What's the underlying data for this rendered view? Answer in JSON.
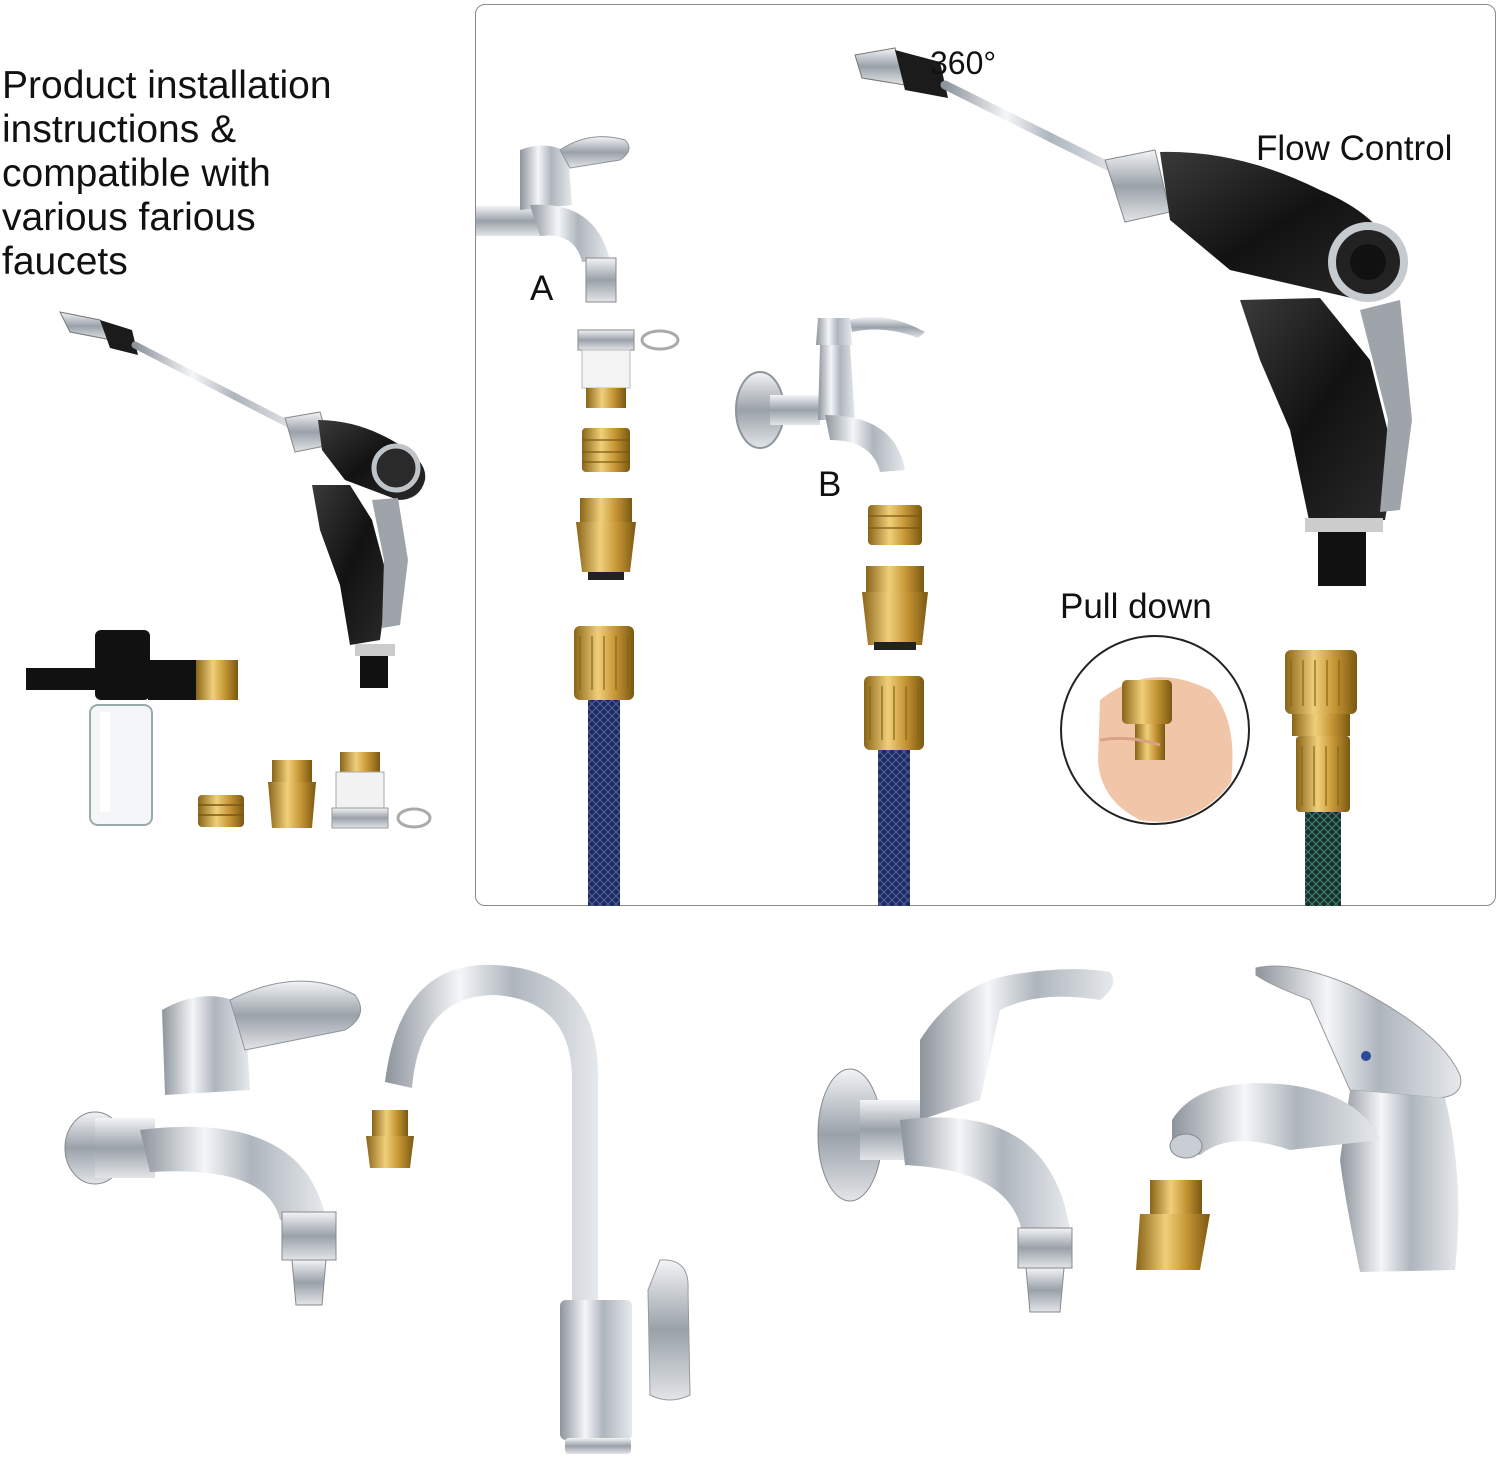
{
  "headline": {
    "lines": [
      "Product installation",
      "instructions &",
      "compatible with",
      "various farious",
      "faucets"
    ]
  },
  "labels": {
    "faucet_a": "A",
    "faucet_b": "B",
    "rotation": "360°",
    "flow_control": "Flow Control",
    "pull_down": "Pull down"
  },
  "colors": {
    "chrome": "#c9ced4",
    "gun_body": "#1b1b1b",
    "brass": "#c79a3a",
    "hose_blue": "#1d2a5c",
    "hose_green": "#1f3a34",
    "panel_border": "#8a8a8a"
  }
}
